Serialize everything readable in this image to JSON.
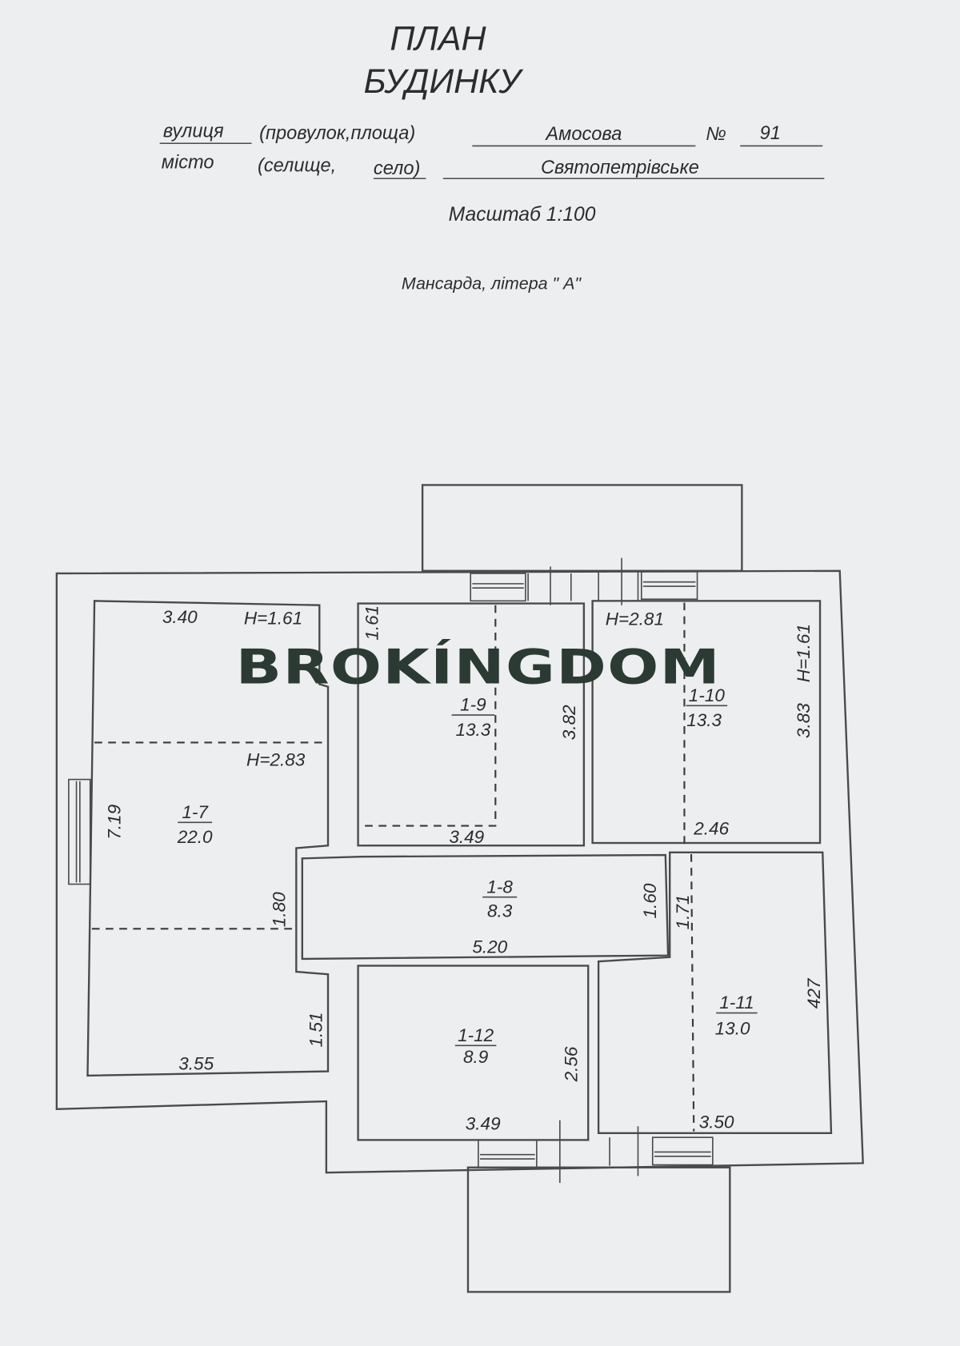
{
  "header": {
    "title_line1": "ПЛАН",
    "title_line2": "БУДИНКУ",
    "street_label": "вулиця",
    "street_label_rest": "(провулок,площа)",
    "street_value": "Амосова",
    "number_label": "№",
    "number_value": "91",
    "city_label": "місто",
    "city_label_rest": "(селище,",
    "city_label_village": "село)",
    "city_value": "Святопетрівське",
    "scale": "Масштаб 1:100",
    "floor": "Мансарда, літера \" А\""
  },
  "watermark": "BROKÍNGDOM",
  "rooms": [
    {
      "id": "1-7",
      "area": "22.0"
    },
    {
      "id": "1-8",
      "area": "8.3"
    },
    {
      "id": "1-9",
      "area": "13.3"
    },
    {
      "id": "1-10",
      "area": "13.3"
    },
    {
      "id": "1-11",
      "area": "13.0"
    },
    {
      "id": "1-12",
      "area": "8.9"
    }
  ],
  "dimensions": {
    "r7_top": "3.40",
    "r7_h_top": "H=1.61",
    "r7_h_mid": "H=2.83",
    "r7_height": "7.19",
    "r7_corr": "1.80",
    "r7_lower": "1.51",
    "r7_bottom": "3.55",
    "r9_h": "1.61",
    "r9_right": "3.82",
    "r9_bottom": "3.49",
    "r10_h_mid": "H=2.81",
    "r10_h_right": "H=1.61",
    "r10_right": "3.83",
    "r10_bottom": "2.46",
    "r8_right": "1.60",
    "r8_bottom": "5.20",
    "r11_left": "1.71",
    "r11_right": "427",
    "r11_bottom": "3.50",
    "r12_right": "2.56",
    "r12_bottom": "3.49"
  }
}
